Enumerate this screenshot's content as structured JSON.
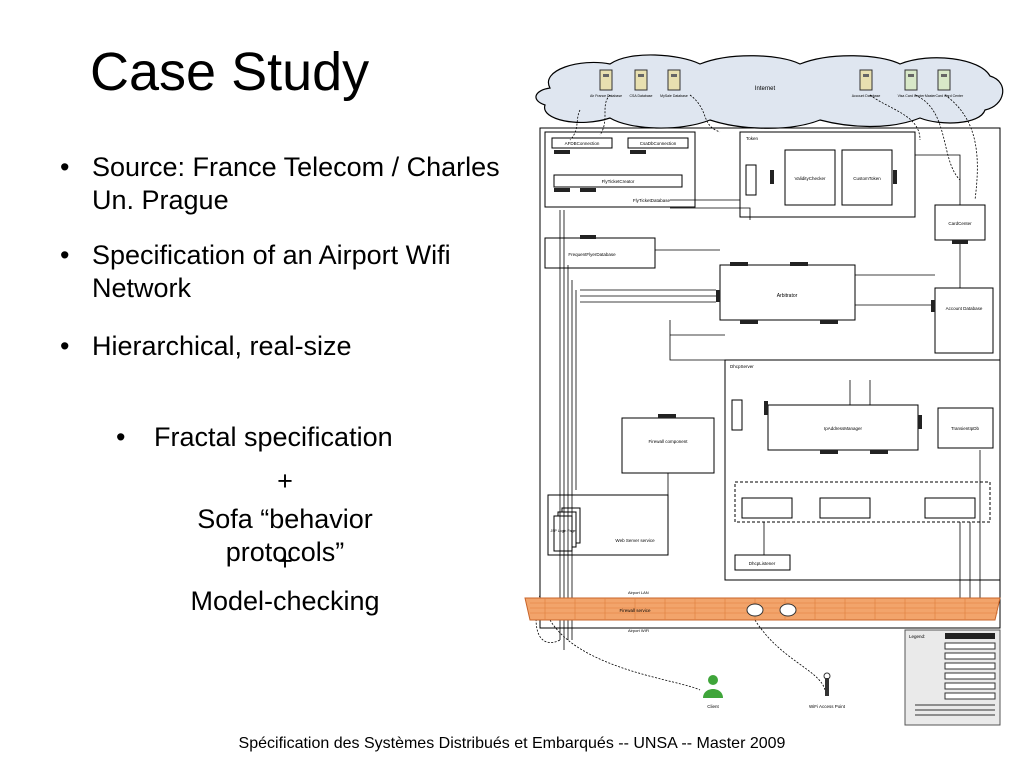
{
  "slide": {
    "title": "Case Study",
    "bullets": [
      "Source: France Telecom / Charles Un. Prague",
      "Specification of an Airport Wifi Network",
      "Hierarchical, real-size"
    ],
    "sub_bullet": "Fractal specification",
    "plus1": "+",
    "line2": "Sofa “behavior protocols”",
    "plus2": "+",
    "line3": "Model-checking",
    "footer": "Spécification des Systèmes Distribués et Embarqués  --  UNSA -- Master 2009",
    "bullet_glyph": "•"
  },
  "diagram": {
    "internet": "Internet",
    "databases_left": [
      "Air France Database",
      "CSA Database",
      "MySale Database"
    ],
    "databases_right": [
      "Account Database",
      "Visa Card Center",
      "MasterCard Card Center"
    ],
    "airfrance_conn": "AFDBConnection",
    "csa_conn": "CsaDbConnection",
    "fly_creator": "FlyTicketCreator",
    "fly_db": "FlyTicketDatabase",
    "token": "Token",
    "validity_checker": "ValidityChecker",
    "custom_token": "CustomToken",
    "card_center": "CardCenter",
    "frequent_flyer": "FrequentFlyerDatabase",
    "arbitrator": "Arbitrator",
    "account_db": "Account Database",
    "dhcp_server": "DhcpServer",
    "ip_manager": "IpAddressManager",
    "transient_db": "TransientIpDb",
    "firewall": "Firewall component",
    "jsp_pages": "JSP Login Page",
    "web_server": "Web Server service",
    "dhcp_listener": "DhcpListener",
    "airport_lan": "Airport LAN",
    "firewall_service": "Firewall service",
    "airport_wifi": "Airport WIFI",
    "client": "Client",
    "wifi_ap": "WiFi Access Point",
    "legend": "Legend:",
    "colors": {
      "firewall_band": "#f2a46b",
      "firewall_stroke": "#c8642a",
      "client_green": "#3fa53a"
    }
  }
}
